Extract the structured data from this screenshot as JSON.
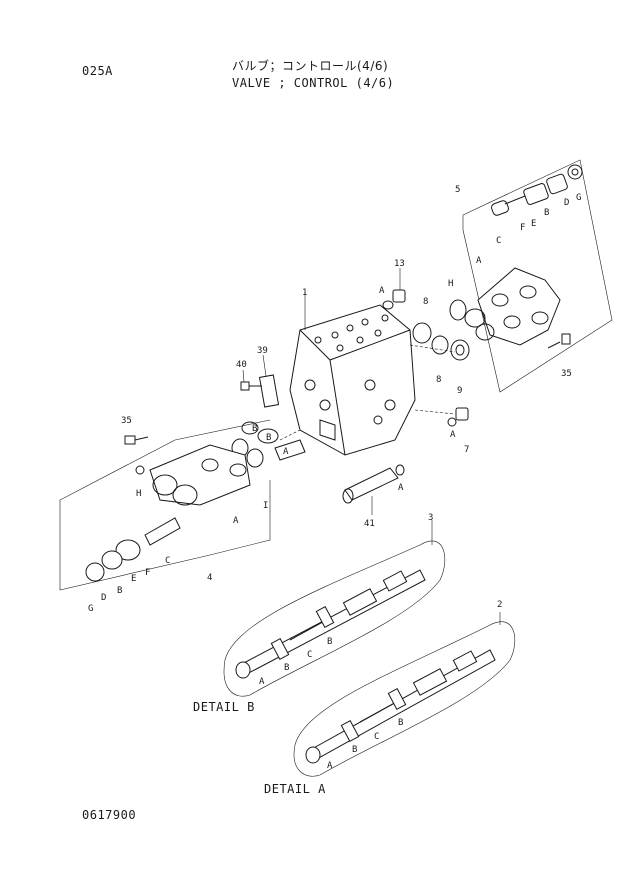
{
  "header": {
    "code": "025A",
    "title_jp": "バルブ；コントロール(4/6)",
    "title_en": "VALVE ; CONTROL (4/6)"
  },
  "footer": {
    "doc_number": "0617900"
  },
  "details": {
    "b": "DETAIL B",
    "a": "DETAIL A"
  },
  "callouts": {
    "c1": "1",
    "c2": "2",
    "c3": "3",
    "c4": "4",
    "c5": "5",
    "c7": "7",
    "c8a": "8",
    "c8b": "8",
    "c9": "9",
    "c13": "13",
    "c35a": "35",
    "c35b": "35",
    "c39": "39",
    "c40": "40",
    "c41": "41",
    "cI": "I"
  },
  "letters": {
    "r5_C": "C",
    "r5_F": "F",
    "r5_E": "E",
    "r5_B": "B",
    "r5_D": "D",
    "r5_G": "G",
    "r5_H": "H",
    "r5_A": "A",
    "r13_A": "A",
    "r7_A": "A",
    "r41_A": "A",
    "mid_B1": "B",
    "mid_B2": "B",
    "mid_A": "A",
    "r4_H": "H",
    "r4_A": "A",
    "r4_C": "C",
    "r4_F": "F",
    "r4_E": "E",
    "r4_B": "B",
    "r4_D": "D",
    "r4_G": "G",
    "d3_A": "A",
    "d3_B1": "B",
    "d3_C": "C",
    "d3_B2": "B",
    "d2_A": "A",
    "d2_B1": "B",
    "d2_C": "C",
    "d2_B2": "B"
  }
}
